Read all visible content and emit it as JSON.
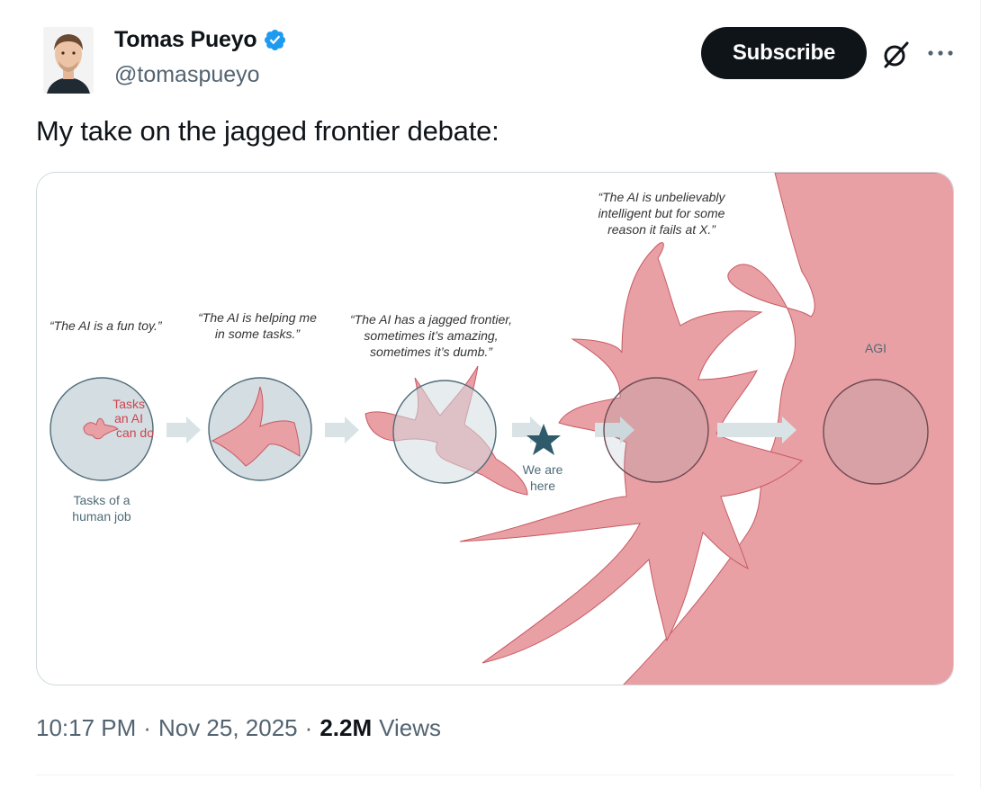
{
  "author": {
    "name": "Tomas Pueyo",
    "handle": "@tomaspueyo",
    "verified": true,
    "avatar_icon": "avatar"
  },
  "actions": {
    "subscribe_label": "Subscribe",
    "grok_icon": "grok-icon",
    "more_icon": "more-icon"
  },
  "tweet": {
    "text": "My take on the jagged frontier debate:"
  },
  "image": {
    "quotes": {
      "stage1": "“The AI is a fun toy.”",
      "stage2_line1": "“The AI is helping me",
      "stage2_line2": "in some tasks.”",
      "stage3_line1": "“The AI has a jagged frontier,",
      "stage3_line2": "sometimes it’s amazing,",
      "stage3_line3": "sometimes it’s dumb.”",
      "stage4_line1": "“The AI is unbelievably",
      "stage4_line2": "intelligent but for some",
      "stage4_line3": "reason it fails at X.”"
    },
    "labels": {
      "tasks_ai_line1": "Tasks",
      "tasks_ai_line2": "an AI",
      "tasks_ai_line3": "can do",
      "tasks_job_line1": "Tasks of a",
      "tasks_job_line2": "human job",
      "we_are_line1": "We are",
      "we_are_line2": "here",
      "agi": "AGI"
    },
    "colors": {
      "blob": "#e8a0a4",
      "blob_stroke": "#c85a64",
      "circle_fill": "#d3dde2",
      "circle_stroke": "#4f6b78",
      "arrow": "#d9e3e6",
      "star": "#2f5a6b",
      "label_red": "#d0444f",
      "label_blue": "#4f6b78"
    }
  },
  "meta": {
    "time": "10:17 PM",
    "date": "Nov 25, 2025",
    "views_count": "2.2M",
    "views_label": "Views"
  }
}
